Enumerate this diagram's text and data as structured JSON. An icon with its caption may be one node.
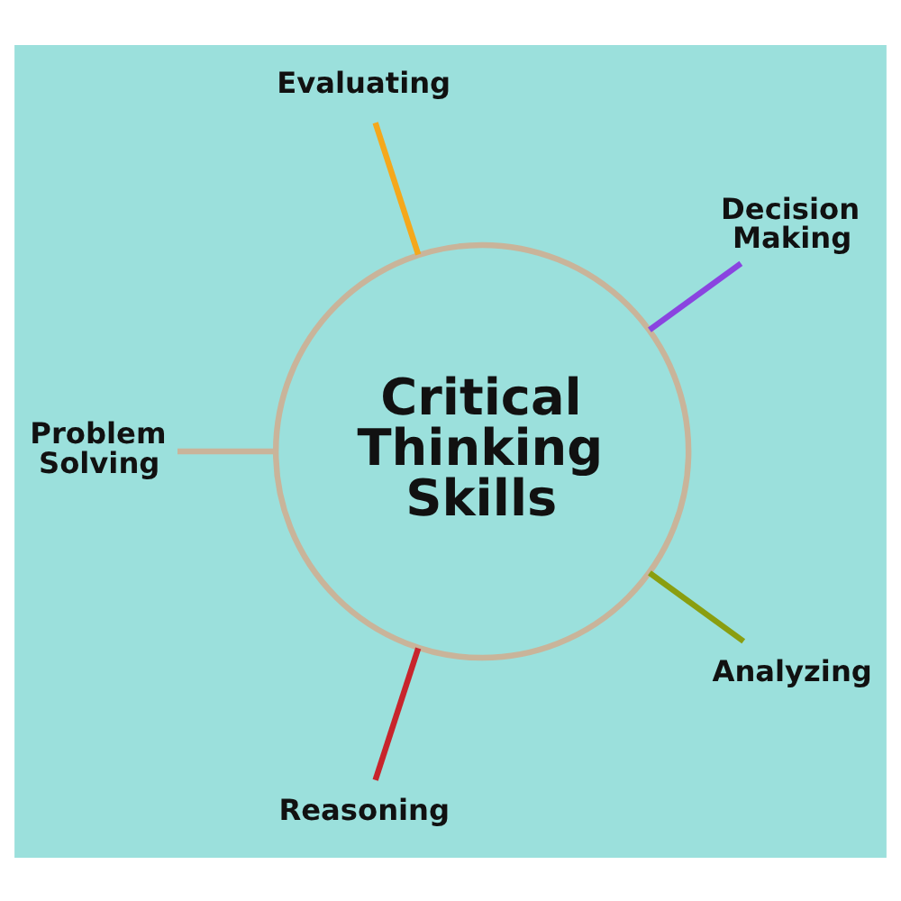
{
  "diagram": {
    "nodes": [
      {
        "text": [
          "Evaluating"
        ]
      },
      {
        "text": [
          "Problem Solving"
        ]
      },
      {
        "text": [
          "Critical Thinking Skills"
        ]
      },
      {
        "text": [
          "Decision Making"
        ]
      },
      {
        "text": [
          "Reasoning"
        ]
      },
      {
        "text": [
          "Analyzing"
        ]
      }
    ],
    "edges": [
      {
        "from": 2,
        "to": 0,
        "arrow": "none",
        "color": "#f5a81c"
      },
      {
        "from": 2,
        "to": 3,
        "arrow": "none",
        "color": "#8a44e0"
      },
      {
        "from": 2,
        "to": 5,
        "arrow": "none",
        "color": "#8a9e10"
      },
      {
        "from": 2,
        "to": 4,
        "arrow": "none",
        "color": "#c8242c"
      },
      {
        "from": 2,
        "to": 1,
        "arrow": "none",
        "color": "#c9b49a"
      }
    ]
  }
}
